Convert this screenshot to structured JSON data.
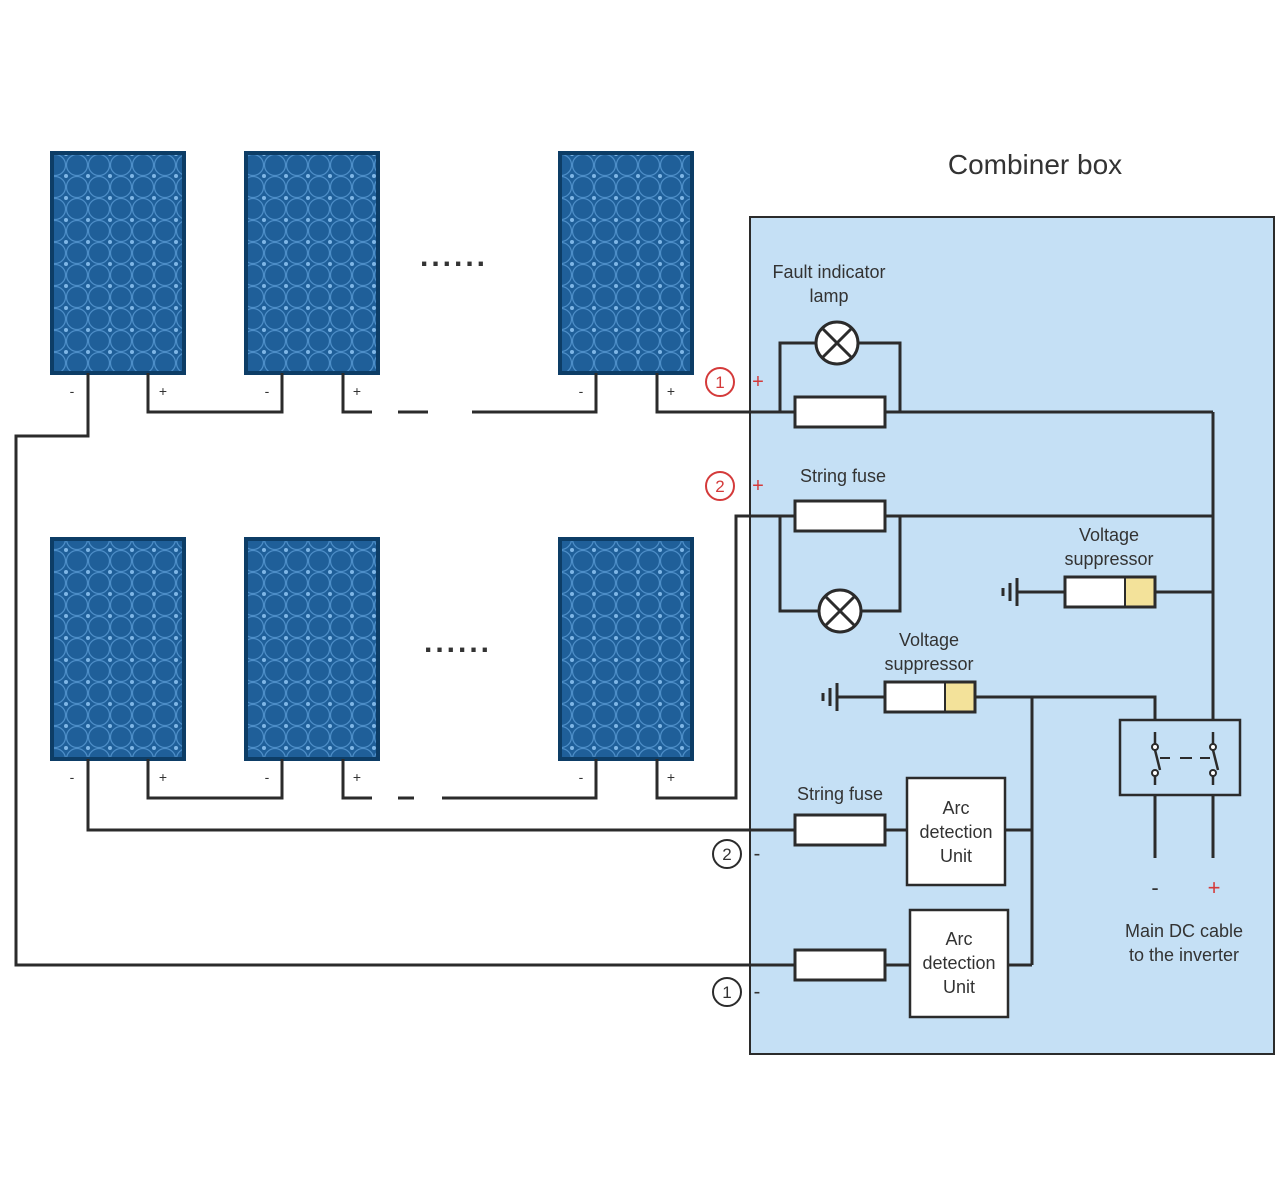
{
  "title": "Combiner box",
  "labels": {
    "fault_lamp_line1": "Fault indicator",
    "fault_lamp_line2": "lamp",
    "string_fuse_top": "String fuse",
    "string_fuse_bottom": "String fuse",
    "voltage_suppressor_a_line1": "Voltage",
    "voltage_suppressor_a_line2": "suppressor",
    "voltage_suppressor_b_line1": "Voltage",
    "voltage_suppressor_b_line2": "suppressor",
    "arc_unit_a_line1": "Arc",
    "arc_unit_a_line2": "detection",
    "arc_unit_a_line3": "Unit",
    "arc_unit_b_line1": "Arc",
    "arc_unit_b_line2": "detection",
    "arc_unit_b_line3": "Unit",
    "main_dc_line1": "Main DC cable",
    "main_dc_line2": "to the inverter",
    "ellipsis": "......",
    "minus": "-",
    "plus": "+"
  },
  "strings": [
    {
      "number": "1",
      "positive": "+",
      "negative": "-"
    },
    {
      "number": "2",
      "positive": "+",
      "negative": "-"
    }
  ],
  "colors": {
    "box_fill": "#c5e0f5",
    "panel_fill": "#1f5f99",
    "panel_border": "#0d3d66",
    "positive": "#d43a3a",
    "wire": "#2b2b2b",
    "suppressor_tip": "#f3e29a"
  }
}
